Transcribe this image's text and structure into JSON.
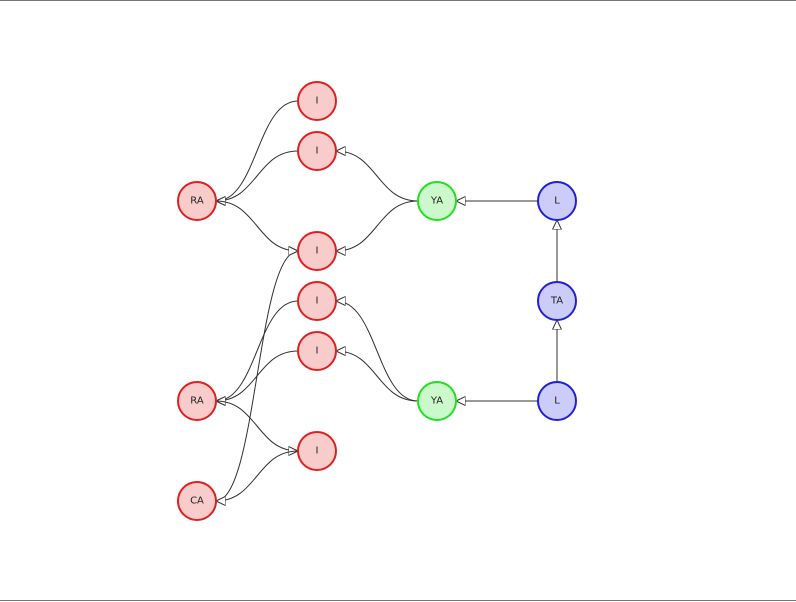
{
  "diagram": {
    "colors": {
      "red": {
        "fill": "#f9cccc",
        "stroke": "#e02020"
      },
      "green": {
        "fill": "#ccf9cc",
        "stroke": "#20e020"
      },
      "blue": {
        "fill": "#ccccf9",
        "stroke": "#2020d8"
      },
      "edge": "#333333",
      "arrow_fill": "#ffffff"
    },
    "nodes": [
      {
        "id": "n_i1",
        "label": "I",
        "color": "red"
      },
      {
        "id": "n_i2",
        "label": "I",
        "color": "red"
      },
      {
        "id": "n_ra1",
        "label": "RA",
        "color": "red"
      },
      {
        "id": "n_ya1",
        "label": "YA",
        "color": "green"
      },
      {
        "id": "n_l1",
        "label": "L",
        "color": "blue"
      },
      {
        "id": "n_i3",
        "label": "I",
        "color": "red"
      },
      {
        "id": "n_i4",
        "label": "I",
        "color": "red"
      },
      {
        "id": "n_ta",
        "label": "TA",
        "color": "blue"
      },
      {
        "id": "n_i5",
        "label": "I",
        "color": "red"
      },
      {
        "id": "n_ra2",
        "label": "RA",
        "color": "red"
      },
      {
        "id": "n_ya2",
        "label": "YA",
        "color": "green"
      },
      {
        "id": "n_l2",
        "label": "L",
        "color": "blue"
      },
      {
        "id": "n_i6",
        "label": "I",
        "color": "red"
      },
      {
        "id": "n_ca",
        "label": "CA",
        "color": "red"
      }
    ],
    "edges": [
      {
        "from": "n_i1",
        "to": "n_ra1"
      },
      {
        "from": "n_i2",
        "to": "n_ra1"
      },
      {
        "from": "n_ra1",
        "to": "n_i3"
      },
      {
        "from": "n_ya1",
        "to": "n_i2"
      },
      {
        "from": "n_ya1",
        "to": "n_i3"
      },
      {
        "from": "n_l1",
        "to": "n_ya1"
      },
      {
        "from": "n_ta",
        "to": "n_l1"
      },
      {
        "from": "n_l2",
        "to": "n_ta"
      },
      {
        "from": "n_l2",
        "to": "n_ya2"
      },
      {
        "from": "n_ya2",
        "to": "n_i4"
      },
      {
        "from": "n_ya2",
        "to": "n_i5"
      },
      {
        "from": "n_i4",
        "to": "n_ra2"
      },
      {
        "from": "n_i5",
        "to": "n_ra2"
      },
      {
        "from": "n_ra2",
        "to": "n_i6"
      },
      {
        "from": "n_ca",
        "to": "n_i3"
      },
      {
        "from": "n_i6",
        "to": "n_ca"
      }
    ]
  }
}
